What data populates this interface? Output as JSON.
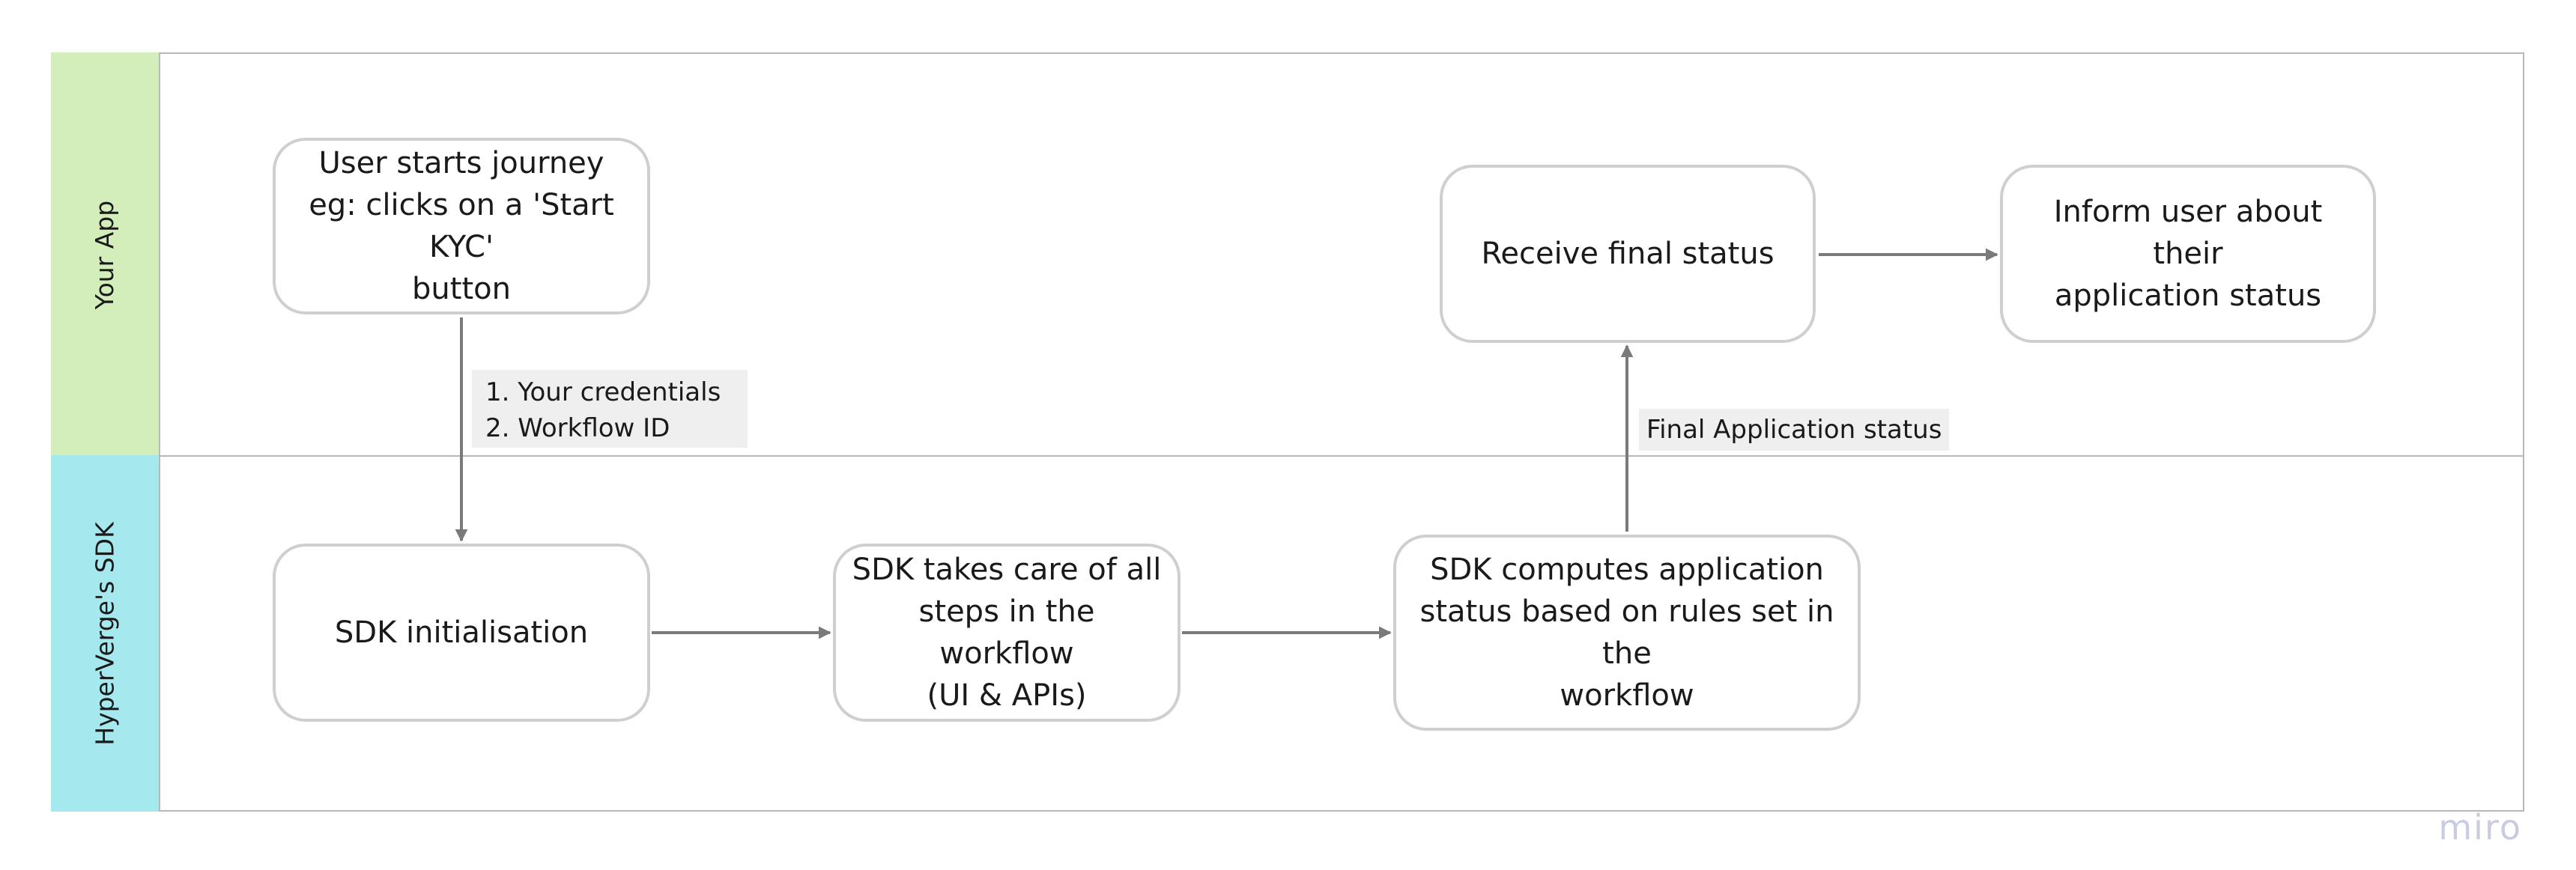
{
  "lanes": [
    {
      "id": "your-app",
      "label": "Your App",
      "color": "#d4eebb"
    },
    {
      "id": "hyperverge-sdk",
      "label": "HyperVerge's SDK",
      "color": "#a5e9ee"
    }
  ],
  "nodes": {
    "user_start": "User starts journey\neg: clicks on a 'Start KYC'\nbutton",
    "receive_status": "Receive final status",
    "inform_user": "Inform user about their\napplication status",
    "sdk_init": "SDK initialisation",
    "sdk_steps": "SDK takes care of all\nsteps in the workflow\n(UI & APIs)",
    "sdk_compute": "SDK computes application\nstatus based on rules set in the\nworkflow"
  },
  "edge_labels": {
    "credentials": "1. Your credentials\n2. Workflow ID",
    "final_status": "Final Application status"
  },
  "colors": {
    "arrow": "#7a7a7a",
    "node_border": "#cfcfcf",
    "frame": "#b8b8b8"
  },
  "watermark": "miro"
}
